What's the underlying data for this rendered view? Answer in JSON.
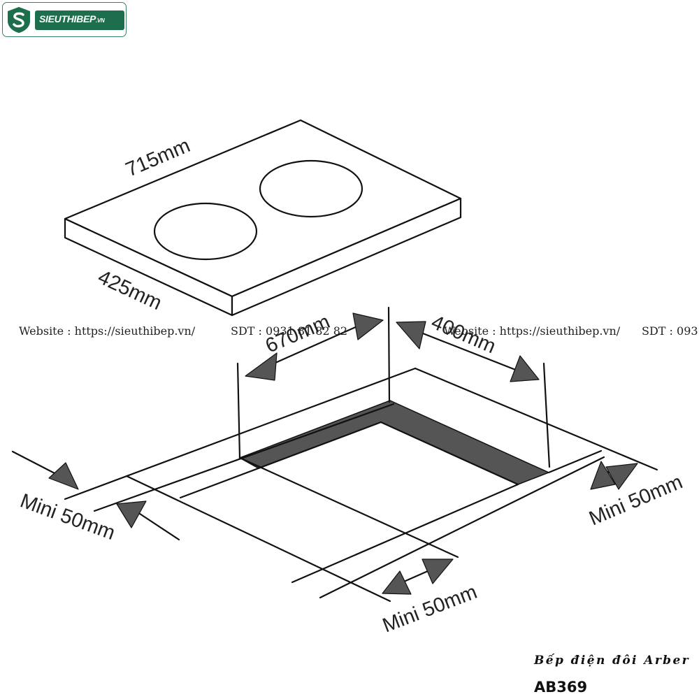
{
  "logo": {
    "brand_text": "SIEUTHIBEP",
    "domain_text": ".VN",
    "brand_color": "#1c6e4d",
    "icon": "shield-s-icon"
  },
  "dimensions": {
    "width": "715mm",
    "depth": "425mm",
    "cutout_width": "670mm",
    "cutout_depth": "400mm",
    "clearance_left": "Mini 50mm",
    "clearance_front": "Mini 50mm",
    "clearance_right": "Mini 50mm"
  },
  "watermark": {
    "website_1": "Website : https://sieuthibep.vn/",
    "phone_1": "SDT : 0931 81 82 82",
    "website_2": "Website : https://sieuthibep.vn/",
    "phone_2": "SDT : 093"
  },
  "product": {
    "title": "Bếp điện đôi Arber",
    "model": "AB369"
  },
  "colors": {
    "line": "#111111",
    "arrow": "#555555",
    "cutout_band": "#555555"
  }
}
